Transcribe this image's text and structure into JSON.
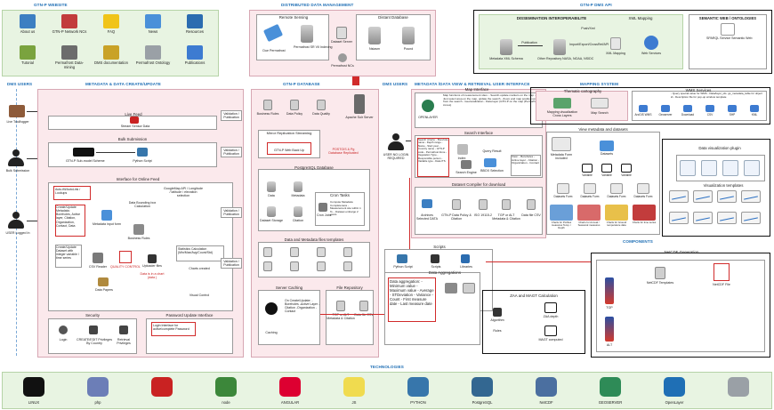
{
  "sections": {
    "gtn_website": "GTN-P WEBSITE",
    "distributed": "DISTRIBUTED DATA MANAGEMENT",
    "dms_api": "GTN-P DMS API",
    "dms_users_left": "DMS USERS",
    "metadata_create": "METADATA & DATA CREATE/UPDATE",
    "gtnp_database": "GTN-P DATABASE",
    "dms_users_mid": "DMS USERS",
    "metadata_view": "METADATA /DATA VIEW & RETRIEVAL USER INTERFACE",
    "mapping_system": "MAPPING SYSTEM",
    "components": "COMPONENTS",
    "technologies": "TECHNOLOGIES"
  },
  "website_items": [
    {
      "label": "About us",
      "color": "#3c7fc2"
    },
    {
      "label": "GTN-P Network NCs",
      "color": "#c23c3c"
    },
    {
      "label": "FAQ",
      "color": "#f0c419"
    },
    {
      "label": "News",
      "color": "#4a90d9"
    },
    {
      "label": "Resources",
      "color": "#2b6cb0"
    },
    {
      "label": "Tutorial",
      "color": "#7aa33e"
    },
    {
      "label": "Permafrost Data-mining",
      "color": "#6c6c6c"
    },
    {
      "label": "DMS documentation",
      "color": "#c9a227"
    },
    {
      "label": "Permafrost Ontology",
      "color": "#9aa0a6"
    },
    {
      "label": "Publications",
      "color": "#3d7bd1"
    }
  ],
  "distributed": {
    "remote_sensing": "Remote Sensing",
    "distant_database": "Distant Database",
    "due_permafrost": "Due Permafrost",
    "permafrost_sr": "Permafrost SR VII Indexing",
    "dataset_server": "Dataset Server",
    "nsidc": "Nsiasm",
    "pangaea": "Pound",
    "permafrost_ncs": "Permafrost NCs"
  },
  "api": {
    "dissemination": "DISSEMINATION INTEROPERABILITE",
    "xml_mapping": "XML Mapping",
    "semantic": "SEMANTIC WEB / ONTOLOGIES",
    "metadata_xml": "Metadata XML Schema",
    "other_repos": "Other Repository NASA, NOAA, NSIDC",
    "publication": "Publication",
    "pushjson": "Push/Xml",
    "import_export": "Import/Export/CrossRef/API",
    "xml_mapping_icon": "XML Mapping",
    "web_services": "Web Services",
    "sparql": "SPARQL Service Semantic Web"
  },
  "left_users": {
    "live_tool": "Live Tool/logger",
    "bulk_submission": "Bulk Submission",
    "user_logged": "USER Logged In"
  },
  "create": {
    "live_feed": "Live Feed",
    "stream_sensor": "Stream Sensor Data",
    "bulk_title": "Bulk Submission",
    "gtnp_bulk": "GTN-P Sub-model Scheme",
    "python_script": "Python Script",
    "online_iface": "Interface for Online Feed",
    "auto_fill": "Auto-fill/AutoLink / Lookups",
    "create_update": "Create/Update Metadata: Boreholes, Active layer, Citation, Organization, Contact, Data",
    "data_bounding": "Data Bounding box Calculation",
    "geo_wfs": "GoogleMap API / Longitude / latitude / elevation selection",
    "metadata_form": "Metadata input form",
    "business_rules": "Business Rules",
    "create_dataset": "Create/Update Dataset with integer variable / time series",
    "csv_reader": "CSV Reader",
    "quality_control": "QUALITY CONTROL",
    "data_papers": "Data Papers",
    "statistics": "Statistics Calculation (Min/Max/Avg/Count/Std)",
    "charts": "Charts created",
    "visual_control": "Visual Control",
    "uploader": "Uploader files",
    "data_is_in": "Data is in a chart (data )",
    "security": "Security",
    "login": "Login",
    "create_edit": "CREATE/EDIT Privileges By Country",
    "retrieval_priv": "Retrieval Privileges",
    "password_iface": "Password Update Interface",
    "login_iface": "Login Interface for active/complete Password",
    "validation": "Validation / Publication"
  },
  "database": {
    "business_rules": "Business Rules",
    "data_policy": "Data Policy",
    "data_quality": "Data Quality",
    "mirror": "Mirror Replication Streaming",
    "gtnp_backup": "GTN-P Web Back Up",
    "postgresql_title": "PostgreSQL Database",
    "postgis": "POSTGIS & Pg Database Replicated",
    "data": "Data",
    "metadata": "Metadata",
    "dataset_storage": "Dataset Storage",
    "citation": "Citation",
    "cron_tasks": "Cron Tasks",
    "compute_meta": "Compute Metadata Completeness - Measurement site within 1 %, - Dataset embargo 2 years",
    "cron_jobs": "Cron Jobs",
    "templates_title": "Data and Metadata files templates",
    "server_caching": "Server Caching",
    "caching": "Caching",
    "on_create": "On Create/Update: -Boreholes -Active Layer -Citation -Organization -Contact",
    "file_repository": "File Repository",
    "tgp_alt": "TGP or ALT Metadata & Citation",
    "data_file_csv": "Data file CSV",
    "apache": "Apache Solr Server"
  },
  "mid_users": {
    "user_nologin": "USER NO LOGIN REQUIRED"
  },
  "view": {
    "map_interface": "Map Interface",
    "openlayer": "OPENLAYER",
    "map_functions": "Map functions of measurement sites: - Search-update markers on the map - Just select area on the map, update the search - Zoom and map position update from the search - Geolocalization - Data layer (GTN-P on the map (Permafrost zones)",
    "search_interface": "Search Interface",
    "search_criteria": "Search criteria: - Borehole name - Depth range - Name - Start year - Country name - GTN-P code - Permafrost Zone - Vegetation Type - Responsible person - Variable type - Data ITS",
    "index": "Index",
    "search_engine": "Search Engine",
    "query_result": "Query Result",
    "bbox": "BBOX Selection",
    "view_items": "View: - Boreholes - Active layer - Citation - Organization - Contact",
    "view_metadata_title": "View metadata and datasets",
    "metadata_form_mini": "Metadata Form included",
    "datasets": "Datasets",
    "variable": "Variable",
    "dataset_form": "Datasets Form",
    "charts_bottom": [
      "Charts for Profiles measures Temp. / Depth",
      "Charts for Annual / Seasonal measures",
      "Charts for Ground temperature data",
      "Charts for time series"
    ],
    "dataset_compiler": "Dataset Compiler for download",
    "archives": "Archives Selected DATA",
    "gtnp_data_policy": "GTN-P Data Policy & Citation",
    "iso": "ISO 19115-2",
    "tgp_alt_meta": "TGP or ALT Metadata & Citation",
    "data_file_csv": "Data file CSV"
  },
  "mapping": {
    "thematic": "Thematic cartography",
    "mapping_cross": "Mapping visualization Cross Layers",
    "map_search": "Map Search",
    "wms_title": "WMS Services",
    "wms_desc": "- Query special value for WMS - Data/layer_ids. gs_metadata_table for object id - Description file for pop-up window template",
    "wms_items": [
      "ArcGIS WMS",
      "Geoserver",
      "Download",
      "CSV",
      "SHP",
      "KML"
    ]
  },
  "components": {
    "data_viz_plugin": "Data visualization plugin",
    "viz_templates": "Visualization templates",
    "scripts": "Scripts",
    "python_script": "Python Script",
    "scripts_mid": "Scripts",
    "libraries": "Libraries",
    "data_aggregations": "Data Aggregations",
    "aggregation_list": "Data aggregation: - Minimum value - Maximum value - Average - STDeviation - Variance - Count - First measure date - Last measure date",
    "zaa_title": "ZAA and MAGT Calculation",
    "algorithm": "Algorithm",
    "rules": "Rules",
    "zaa_depth": "ZAA depth",
    "magt": "MAGT computed",
    "netcdf_title": "NetCDF Generation",
    "tgp": "TGP",
    "alt": "ALT",
    "netcdf_templates": "NetCDF Templates",
    "netcdf_file": "NetCDF File"
  },
  "technologies": [
    {
      "name": "LINUX",
      "color": "#111111"
    },
    {
      "name": "php",
      "color": "#6c7eb7"
    },
    {
      "name": "",
      "color": "#c92222"
    },
    {
      "name": "node",
      "color": "#3c873a"
    },
    {
      "name": "ANGULAR",
      "color": "#dd0031"
    },
    {
      "name": "JS",
      "color": "#f0db4f"
    },
    {
      "name": "PYTHON",
      "color": "#3776ab"
    },
    {
      "name": "PostgreSQL",
      "color": "#336791"
    },
    {
      "name": "NetCDF",
      "color": "#4b6fa0"
    },
    {
      "name": "GEOSERVER",
      "color": "#2e8b57"
    },
    {
      "name": "OpenLayer",
      "color": "#1f6fb5"
    },
    {
      "name": "",
      "color": "#9aa0a6"
    }
  ]
}
